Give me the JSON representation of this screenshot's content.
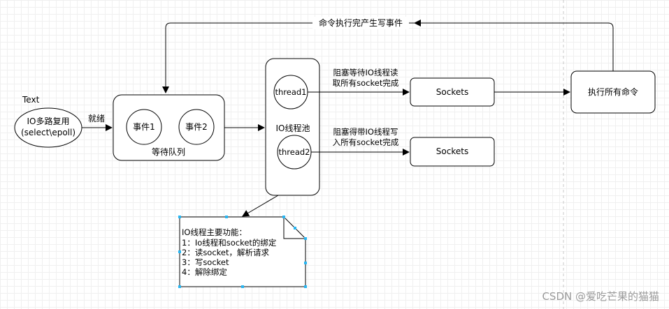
{
  "labels": {
    "text_label": "Text",
    "io_multiplex_line1": "IO多路复用",
    "io_multiplex_line2": "(select\\epoll)",
    "ready": "就绪",
    "event1": "事件1",
    "event2": "事件2",
    "wait_queue": "等待队列",
    "thread1": "thread1",
    "thread2": "thread2",
    "io_pool": "IO线程池",
    "read_line1": "阻塞等待IO线程读",
    "read_line2": "取所有socket完成",
    "write_line1": "阻塞得带IO线程写",
    "write_line2": "入所有socket完成",
    "sockets_top": "Sockets",
    "sockets_bottom": "Sockets",
    "exec_all": "执行所有命令",
    "cmd_done": "命令执行完产生写事件"
  },
  "note": {
    "lines": [
      "IO线程主要功能：",
      "1：Io线程和socket的绑定",
      "2：读socket，解析请求",
      "3：写socket",
      "4：解除绑定"
    ]
  },
  "watermark": "CSDN @爱吃芒果的猫猫",
  "colors": {
    "stroke": "#000000",
    "selection": "#29b6f2",
    "page_divider": "#c8c8c8"
  }
}
